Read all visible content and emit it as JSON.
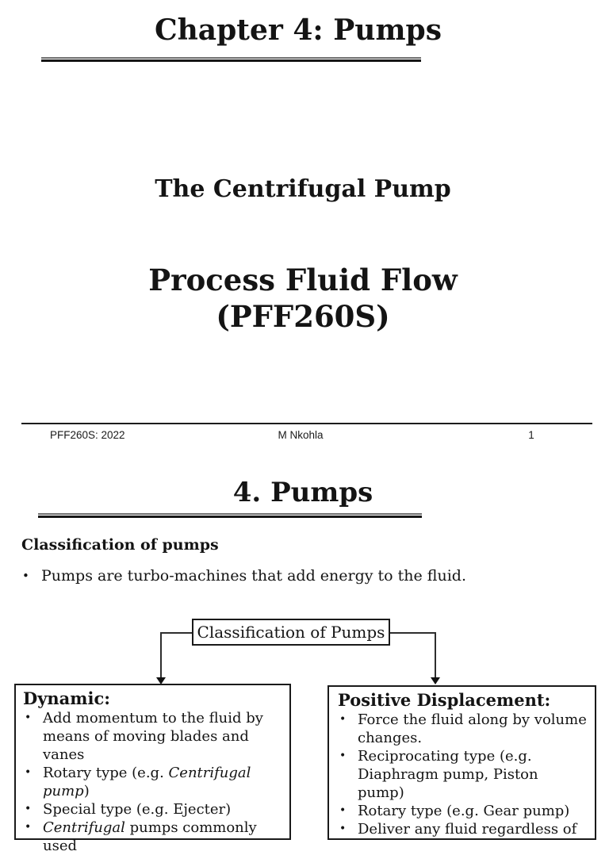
{
  "glyphs": {
    "bullet": "•"
  },
  "slide1": {
    "title": "Chapter 4: Pumps",
    "subtitle": "The Centrifugal Pump",
    "course_line1": "Process Fluid Flow",
    "course_line2": "(PFF260S)",
    "footer": {
      "left": "PFF260S: 2022",
      "center": "M Nkohla",
      "page_number": "1"
    }
  },
  "slide2": {
    "title": "4. Pumps",
    "section_heading": "Classification of pumps",
    "intro_bullet": "Pumps are turbo-machines that add energy to the fluid.",
    "flowchart": {
      "root_label": "Classification of Pumps",
      "left_box": {
        "heading": "Dynamic:",
        "bullet1": {
          "seg1": "Add momentum to the fluid by means of moving blades and vanes"
        },
        "bullet2": {
          "seg1": "Rotary type (e.g. ",
          "seg2_italic": "Centrifugal pump",
          "seg3": ")"
        },
        "bullet3": {
          "seg1": "Special type (e.g. Ejecter)"
        },
        "bullet4": {
          "seg1_italic": "Centrifugal",
          "seg2": " pumps commonly used"
        }
      },
      "right_box": {
        "heading": "Positive Displacement:",
        "bullet1": {
          "seg1": "Force the fluid along by volume changes."
        },
        "bullet2": {
          "seg1": "Reciprocating type (e.g. Diaphragm pump, Piston pump)"
        },
        "bullet3": {
          "seg1": "Rotary type (e.g. Gear pump)"
        },
        "bullet4": {
          "seg1": "Deliver any fluid regardless of"
        }
      }
    }
  }
}
